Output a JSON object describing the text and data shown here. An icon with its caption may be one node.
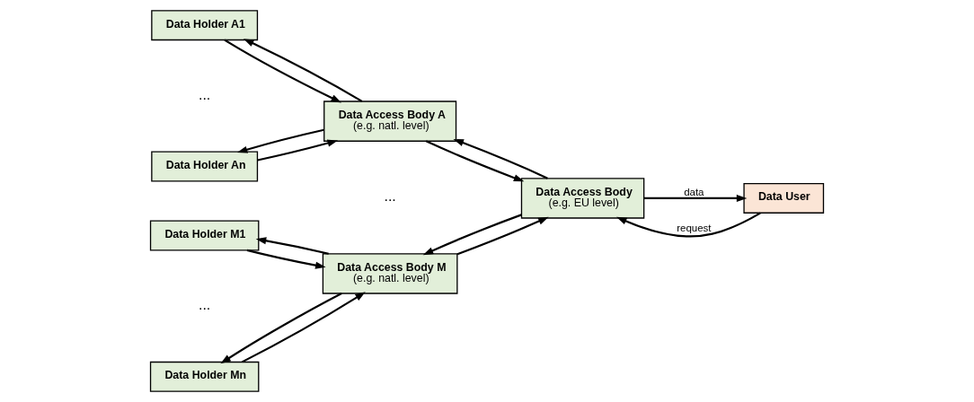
{
  "diagram": {
    "nodes": [
      {
        "text": [
          "Data Holder A1"
        ]
      },
      {
        "text": [
          "Data Holder An"
        ]
      },
      {
        "text": [
          "Data Access Body A",
          "(e.g. natl. level)"
        ]
      },
      {
        "text": [
          "Data Holder M1"
        ]
      },
      {
        "text": [
          "Data Holder Mn"
        ]
      },
      {
        "text": [
          "Data Access Body M",
          "(e.g. natl. level)"
        ]
      },
      {
        "text": [
          "Data Access Body",
          "(e.g. EU level)"
        ]
      },
      {
        "text": [
          "Data User"
        ]
      }
    ],
    "edges": [
      {
        "from": 2,
        "to": 0,
        "arrow": "to"
      },
      {
        "from": 0,
        "to": 2,
        "arrow": "to"
      },
      {
        "from": 2,
        "to": 1,
        "arrow": "to"
      },
      {
        "from": 1,
        "to": 2,
        "arrow": "to"
      },
      {
        "from": 6,
        "to": 2,
        "arrow": "to"
      },
      {
        "from": 2,
        "to": 6,
        "arrow": "to"
      },
      {
        "from": 5,
        "to": 3,
        "arrow": "to"
      },
      {
        "from": 3,
        "to": 5,
        "arrow": "to"
      },
      {
        "from": 5,
        "to": 4,
        "arrow": "to"
      },
      {
        "from": 4,
        "to": 5,
        "arrow": "to"
      },
      {
        "from": 6,
        "to": 5,
        "arrow": "to"
      },
      {
        "from": 5,
        "to": 6,
        "arrow": "to"
      },
      {
        "from": 7,
        "to": 6,
        "label": "request",
        "arrow": "to"
      },
      {
        "from": 6,
        "to": 7,
        "label": "data",
        "arrow": "to"
      }
    ],
    "labels": [
      "...",
      "...",
      "..."
    ]
  }
}
